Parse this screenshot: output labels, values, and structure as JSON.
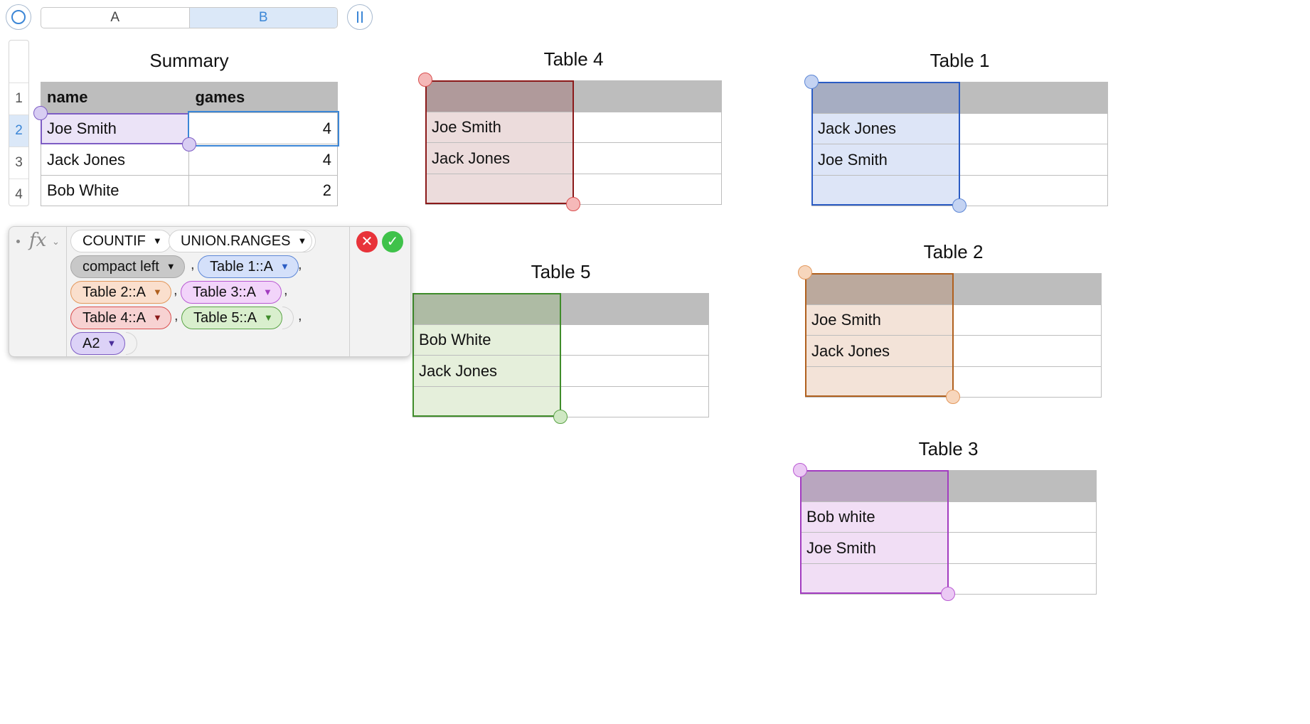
{
  "toolbar": {
    "column_headers": [
      "A",
      "B"
    ],
    "left_button_icon": "circle-icon",
    "right_button_icon": "pause-icon"
  },
  "gutter": {
    "row_numbers": [
      "1",
      "2",
      "3",
      "4"
    ],
    "selected_row": "2"
  },
  "summary": {
    "title": "Summary",
    "headers": [
      "name",
      "games"
    ],
    "rows": [
      [
        "Joe Smith",
        "4"
      ],
      [
        "Jack Jones",
        "4"
      ],
      [
        "Bob White",
        "2"
      ]
    ]
  },
  "tables": {
    "table4": {
      "title": "Table 4",
      "cells": [
        "Joe Smith",
        "Jack Jones",
        ""
      ],
      "color": "#8b1a1a"
    },
    "table1": {
      "title": "Table 1",
      "cells": [
        "Jack Jones",
        "Joe Smith",
        ""
      ],
      "color": "#2b5cc4"
    },
    "table5": {
      "title": "Table 5",
      "cells": [
        "Bob White",
        "Jack Jones",
        ""
      ],
      "color": "#3f8c2a"
    },
    "table2": {
      "title": "Table 2",
      "cells": [
        "Joe Smith",
        "Jack Jones",
        ""
      ],
      "color": "#b0601e"
    },
    "table3": {
      "title": "Table 3",
      "cells": [
        "Bob white",
        "Joe Smith",
        ""
      ],
      "color": "#a23cc0"
    }
  },
  "formula": {
    "fx_label": "fx",
    "tokens": {
      "countif": "COUNTIF",
      "union": "UNION.RANGES",
      "compact": "compact left",
      "t1": "Table 1::A",
      "t2": "Table 2::A",
      "t3": "Table 3::A",
      "t4": "Table 4::A",
      "t5": "Table 5::A",
      "a2": "A2"
    },
    "separator": ",",
    "cancel_icon": "close-icon",
    "accept_icon": "check-icon"
  }
}
